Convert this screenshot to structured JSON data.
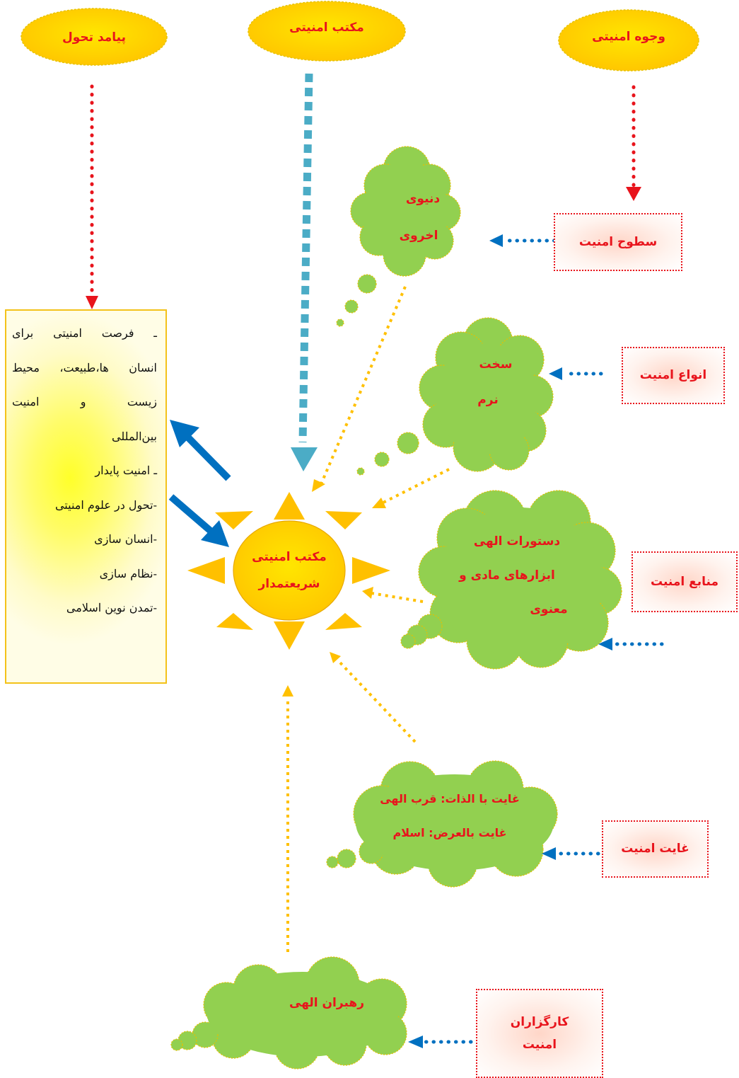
{
  "headers": {
    "outcome": "پیامد تحول",
    "school": "مکتب امنیتی",
    "aspects": "وجوه امنیتی"
  },
  "center": {
    "line1": "مکتب امنیتی",
    "line2": "شریعتمدار"
  },
  "boxes": {
    "levels": "سطوح امنیت",
    "types": "انواع امنیت",
    "sources": "منابع امنیت",
    "goal": "غایت امنیت",
    "agents_line1": "کارگزاران",
    "agents_line2": "امنیت"
  },
  "clouds": {
    "levels": [
      "دنیوی",
      "اخروی"
    ],
    "types": [
      "سخت",
      "نرم"
    ],
    "sources": [
      "دستورات الهی",
      "ابزارهای مادی و",
      "معنوی"
    ],
    "goal": [
      "غایت با الذات: قرب الهی",
      "غایت بالعرض: اسلام"
    ],
    "agents": [
      "رهبران الهی"
    ]
  },
  "outcome_list": [
    "ـ فرصت امنیتی برای",
    "انسان ها،طبیعت، محیط",
    "زیست و امنیت",
    "بین‌المللی",
    "ـ امنیت پایدار",
    "-تحول در علوم امنیتی",
    "-انسان سازی",
    "-نظام سازی",
    "-تمدن نوین اسلامی"
  ],
  "colors": {
    "label_red": "#e8141c",
    "header_yellow": "#ffd800",
    "cloud_green": "#92d050",
    "sun_orange": "#ffc000",
    "arrow_blue": "#0070c0",
    "dash_teal": "#4bacc6",
    "dotted_gold": "#ffc000"
  }
}
